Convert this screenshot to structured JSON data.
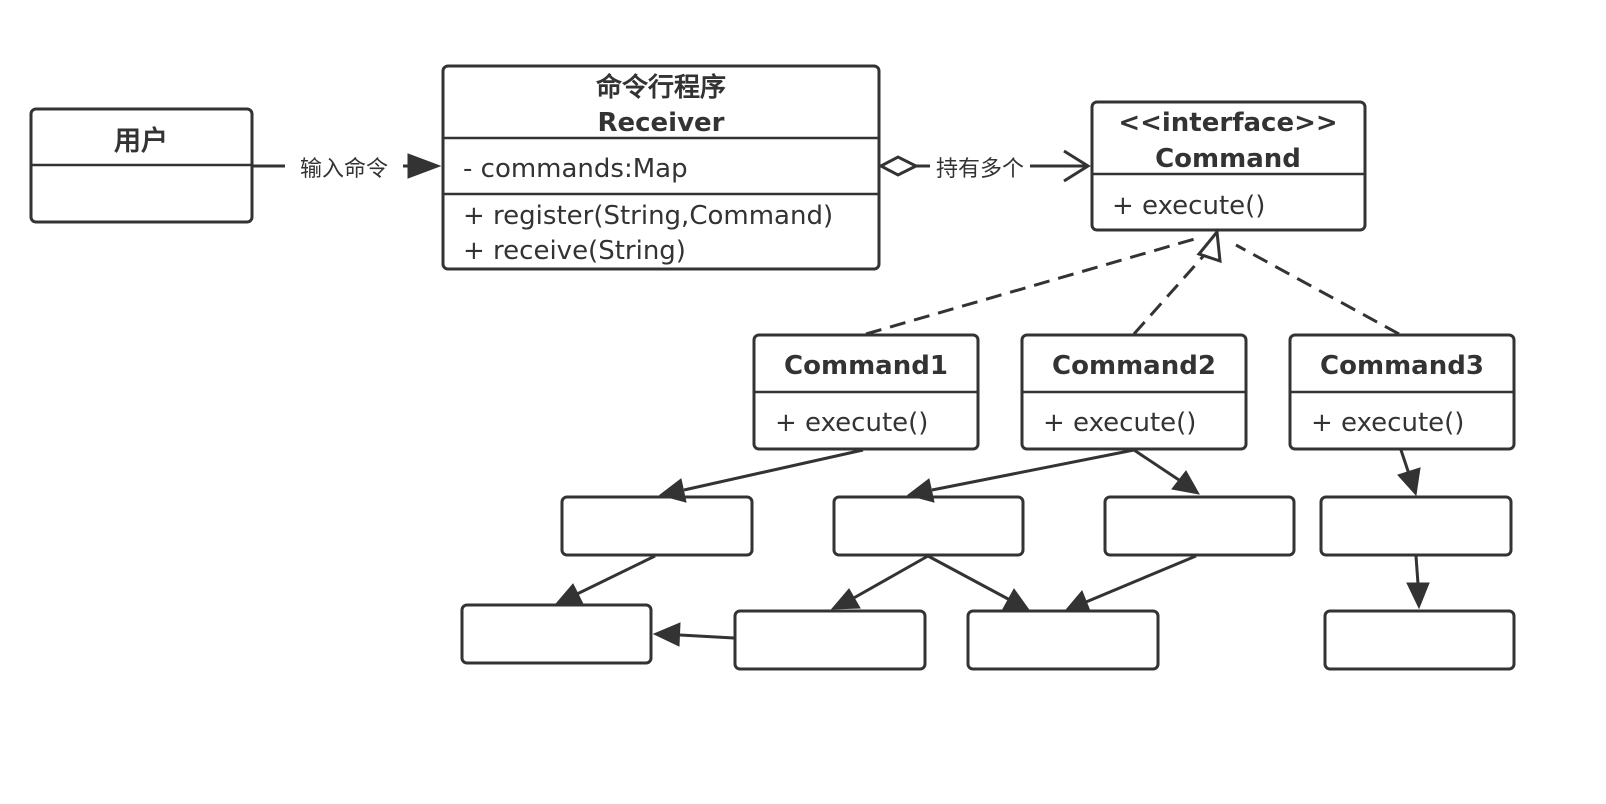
{
  "user_class": {
    "name": "用户"
  },
  "receiver_class": {
    "name_cn": "命令行程序",
    "name": "Receiver",
    "attributes": [
      "- commands:Map"
    ],
    "methods": [
      "+ register(String,Command)",
      "+ receive(String)"
    ]
  },
  "command_interface": {
    "stereotype": "<<interface>>",
    "name": "Command",
    "methods": [
      "+ execute()"
    ]
  },
  "implementations": [
    {
      "name": "Command1",
      "method": "+ execute()"
    },
    {
      "name": "Command2",
      "method": "+ execute()"
    },
    {
      "name": "Command3",
      "method": "+ execute()"
    }
  ],
  "edges": {
    "user_to_receiver": "输入命令",
    "receiver_to_command": "持有多个"
  },
  "colors": {
    "stroke": "#333333",
    "fill": "#ffffff"
  }
}
